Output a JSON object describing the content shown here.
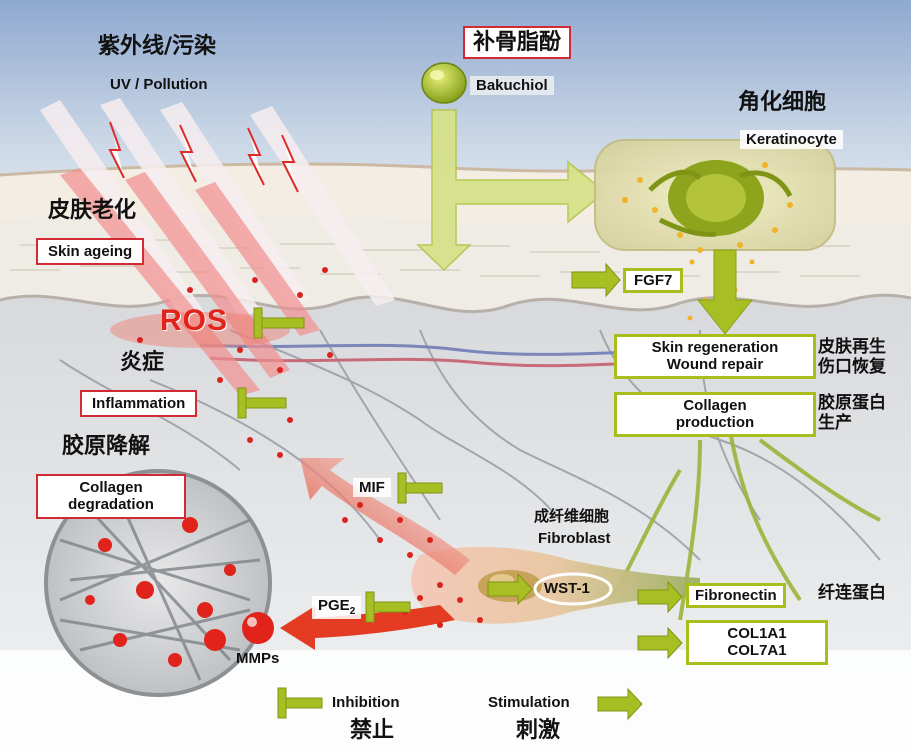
{
  "labels": {
    "uv_cn": "紫外线/污染",
    "uv_en": "UV / Pollution",
    "bakuchiol_cn": "补骨脂酚",
    "bakuchiol_en": "Bakuchiol",
    "keratinocyte_cn": "角化细胞",
    "keratinocyte_en": "Keratinocyte",
    "skin_ageing_cn": "皮肤老化",
    "skin_ageing_en": "Skin ageing",
    "ros": "ROS",
    "fgf7": "FGF7",
    "skin_regen_line1": "Skin regeneration",
    "skin_regen_line2": "Wound repair",
    "skin_regen_cn_line1": "皮肤再生",
    "skin_regen_cn_line2": "伤口恢复",
    "inflammation_cn": "炎症",
    "inflammation_en": "Inflammation",
    "collagen_prod_line1": "Collagen",
    "collagen_prod_line2": "production",
    "collagen_prod_cn_line1": "胶原蛋白",
    "collagen_prod_cn_line2": "生产",
    "collagen_deg_cn": "胶原降解",
    "collagen_deg_line1": "Collagen",
    "collagen_deg_line2": "degradation",
    "mif": "MIF",
    "fibroblast_cn": "成纤维细胞",
    "fibroblast_en": "Fibroblast",
    "wst1": "WST-1",
    "fibronectin": "Fibronectin",
    "fibronectin_cn": "纤连蛋白",
    "pge2_main": "PGE",
    "pge2_sub": "2",
    "col1a1": "COL1A1",
    "col7a1": "COL7A1",
    "mmps": "MMPs",
    "inhibition_en": "Inhibition",
    "inhibition_cn": "禁止",
    "stimulation_en": "Stimulation",
    "stimulation_cn": "刺激"
  },
  "colors": {
    "red_accent": "#d12a33",
    "green_accent": "#a9bd1d",
    "inhibitor_green": "#9bb21a",
    "sky_top": "#8fa9cf",
    "ros_red": "#e2231a"
  },
  "icons": {
    "inhibition": "inhibition-t-bar-icon",
    "stimulation": "stimulation-arrow-icon",
    "bakuchiol": "bakuchiol-sphere-icon",
    "lightning": "lightning-bolt-icon"
  }
}
